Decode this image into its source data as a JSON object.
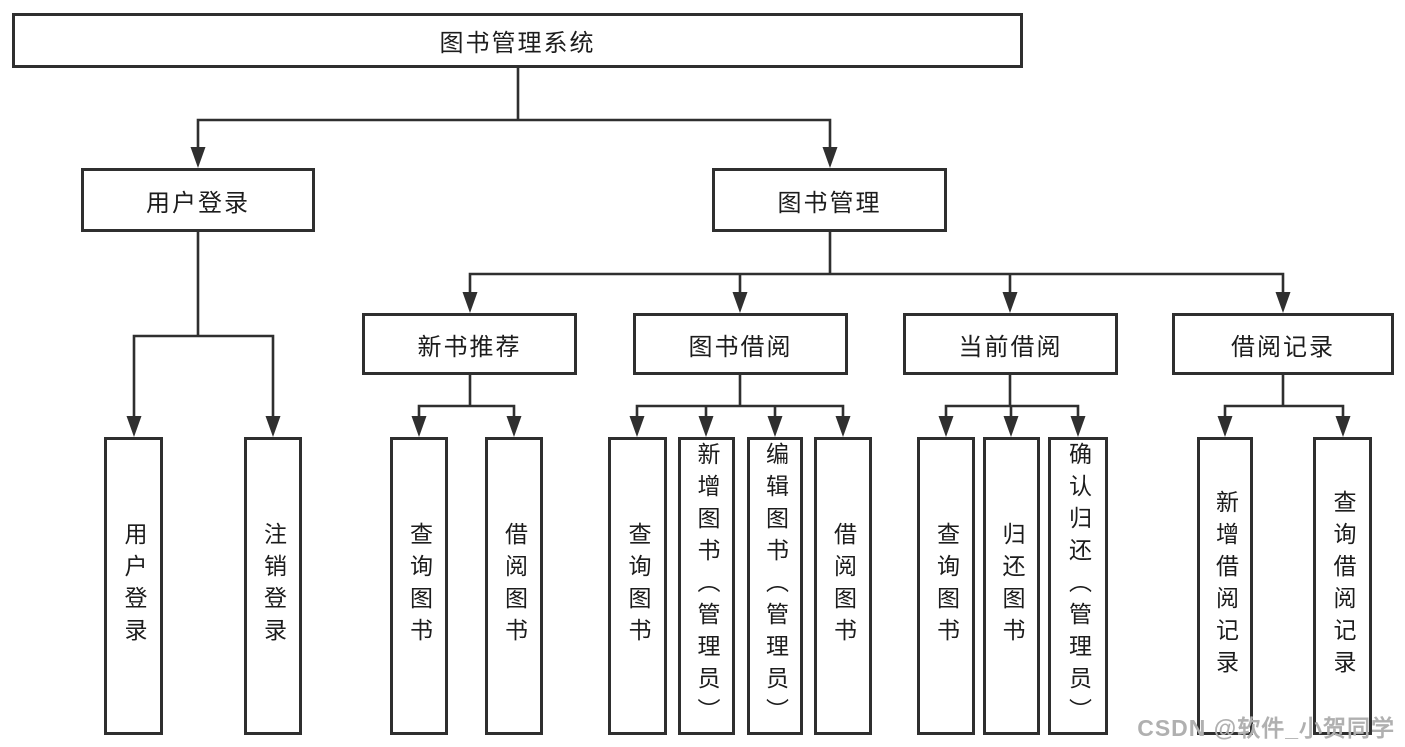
{
  "diagram_title": "图书管理系统",
  "nodes": {
    "root": {
      "label": "图书管理系统"
    },
    "level2": [
      {
        "label": "用户登录"
      },
      {
        "label": "图书管理"
      }
    ],
    "level3": [
      {
        "label": "新书推荐",
        "parent": "图书管理"
      },
      {
        "label": "图书借阅",
        "parent": "图书管理"
      },
      {
        "label": "当前借阅",
        "parent": "图书管理"
      },
      {
        "label": "借阅记录",
        "parent": "图书管理"
      }
    ],
    "leaves": [
      {
        "label": "用户登录",
        "parent": "用户登录"
      },
      {
        "label": "注销登录",
        "parent": "用户登录"
      },
      {
        "label": "查询图书",
        "parent": "新书推荐"
      },
      {
        "label": "借阅图书",
        "parent": "新书推荐"
      },
      {
        "label": "查询图书",
        "parent": "图书借阅"
      },
      {
        "label": "新增图书（管理员）",
        "parent": "图书借阅"
      },
      {
        "label": "编辑图书（管理员）",
        "parent": "图书借阅"
      },
      {
        "label": "借阅图书",
        "parent": "图书借阅"
      },
      {
        "label": "查询图书",
        "parent": "当前借阅"
      },
      {
        "label": "归还图书",
        "parent": "当前借阅"
      },
      {
        "label": "确认归还（管理员）",
        "parent": "当前借阅"
      },
      {
        "label": "新增借阅记录",
        "parent": "借阅记录"
      },
      {
        "label": "查询借阅记录",
        "parent": "借阅记录"
      }
    ]
  },
  "watermark": "CSDN @软件_小贺同学",
  "colors": {
    "line": "#2f2f2f",
    "text": "#1c1c1c",
    "watermark": "#b0b0b0",
    "background": "#ffffff"
  }
}
